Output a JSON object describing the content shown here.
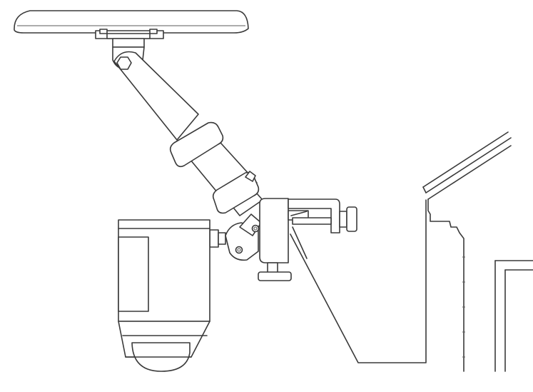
{
  "figure": {
    "colors": {
      "stroke": "#3a3a3a",
      "background": "#ffffff"
    },
    "components": [
      "solar-panel",
      "panel-mount-bracket",
      "adjustable-arm",
      "arm-locking-collar",
      "arm-clamp-collar",
      "swivel-joint",
      "c-clamp-bracket",
      "clamp-thumb-screw",
      "clamp-tightening-knob",
      "security-camera",
      "camera-dome",
      "gutter-bracket",
      "house-roof-edge",
      "house-wall",
      "window-frame"
    ]
  }
}
